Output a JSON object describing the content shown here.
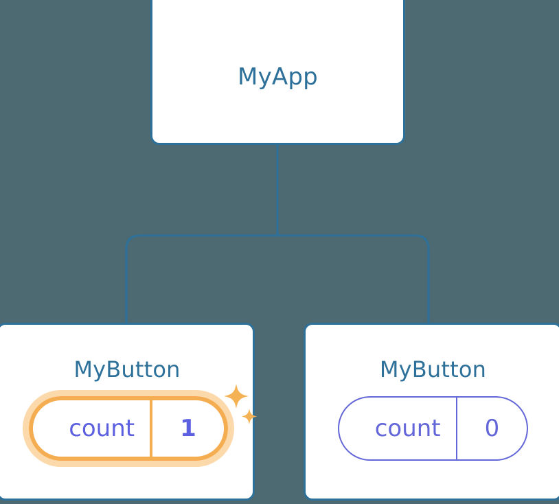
{
  "colors": {
    "background": "#4d6a73",
    "card_border": "#2d7099",
    "card_fill": "#ffffff",
    "title_text": "#2d7099",
    "connector": "#2d7099",
    "pill_active_border": "#f5ad51",
    "pill_active_glow": "#fbd9ab",
    "pill_active_text": "#5b5fe0",
    "pill_inactive_border": "#6366d8",
    "pill_inactive_text": "#6366d8",
    "sparkle": "#f5b254"
  },
  "diagram": {
    "type": "component-tree",
    "root": {
      "label": "MyApp"
    },
    "children": [
      {
        "label": "MyButton",
        "state": {
          "key": "count",
          "value": "1"
        },
        "highlighted": true,
        "sparkle_icons": [
          "sparkle-large",
          "sparkle-small"
        ]
      },
      {
        "label": "MyButton",
        "state": {
          "key": "count",
          "value": "0"
        },
        "highlighted": false,
        "sparkle_icons": []
      }
    ]
  }
}
